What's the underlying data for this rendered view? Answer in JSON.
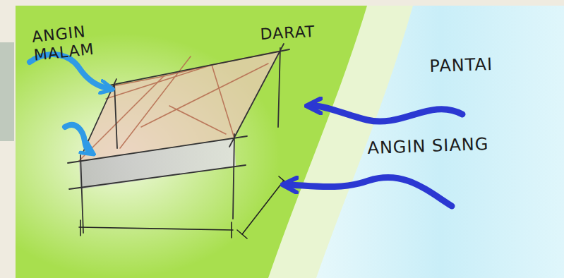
{
  "diagram": {
    "labels": [
      "ANGIN MALAM",
      "DARAT",
      "PANTAI",
      "ANGIN SIANG"
    ]
  }
}
